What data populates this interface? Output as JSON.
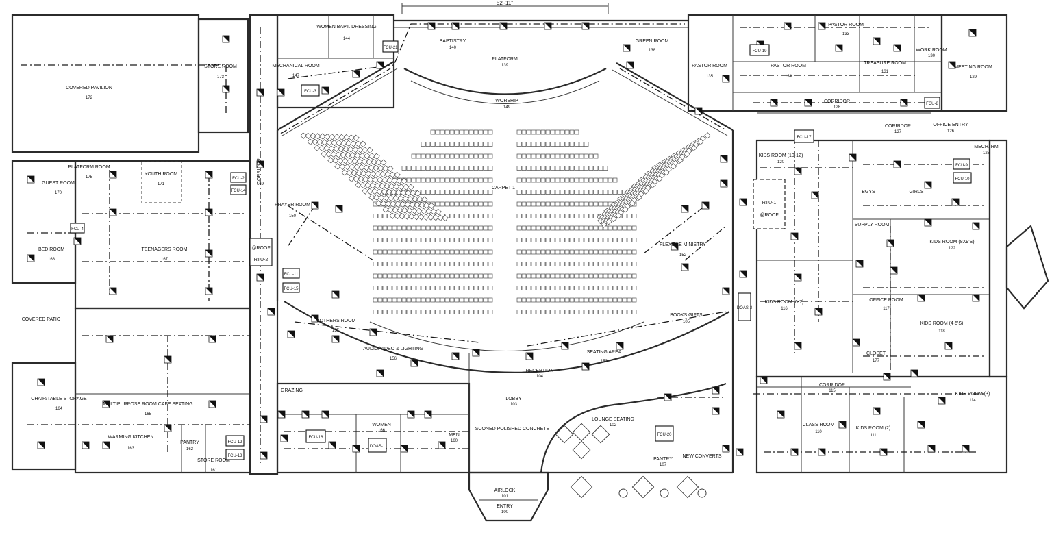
{
  "dimension": "52'-11\"",
  "rooms": [
    {
      "id": "r100",
      "name": "ENTRY",
      "number": "100"
    },
    {
      "id": "r101",
      "name": "AIRLOCK",
      "number": "101"
    },
    {
      "id": "r102",
      "name": "LOUNGE SEATING",
      "number": "102"
    },
    {
      "id": "r103",
      "name": "LOBBY",
      "number": "103"
    },
    {
      "id": "r104",
      "name": "RECEPTION",
      "number": "104"
    },
    {
      "id": "r105",
      "name": "BOOKS GIFTS",
      "number": "105"
    },
    {
      "id": "r107",
      "name": "PANTRY",
      "number": "107"
    },
    {
      "id": "r110",
      "name": "CLASS ROOM",
      "number": "110"
    },
    {
      "id": "r111",
      "name": "KIDS ROOM (2)",
      "number": "111"
    },
    {
      "id": "r114",
      "name": "KIDS ROOM (3)",
      "number": "114"
    },
    {
      "id": "r115",
      "name": "CORRIDOR",
      "number": "115"
    },
    {
      "id": "r116",
      "name": "KIDS ROOM (6-7)",
      "number": "116"
    },
    {
      "id": "r117",
      "name": "OFFICE ROOM",
      "number": "117"
    },
    {
      "id": "r118",
      "name": "KIDS ROOM (4-5'S)",
      "number": "118"
    },
    {
      "id": "r120",
      "name": "KIDS ROOM (10-12)",
      "number": "120"
    },
    {
      "id": "r122",
      "name": "KIDS ROOM (8X9'S)",
      "number": "122"
    },
    {
      "id": "r125",
      "name": "MECH. RM",
      "number": "125"
    },
    {
      "id": "r126",
      "name": "OFFICE ENTRY",
      "number": "126"
    },
    {
      "id": "r127",
      "name": "CORRIDOR",
      "number": "127"
    },
    {
      "id": "r128",
      "name": "CORRIDOR",
      "number": "128"
    },
    {
      "id": "r129",
      "name": "MEETING ROOM",
      "number": "129"
    },
    {
      "id": "r130",
      "name": "WORK ROOM",
      "number": "130"
    },
    {
      "id": "r131",
      "name": "TREASURE ROOM",
      "number": "131"
    },
    {
      "id": "r133",
      "name": "PASTOR ROOM",
      "number": "133"
    },
    {
      "id": "r134",
      "name": "PASTOR ROOM",
      "number": "134"
    },
    {
      "id": "r135",
      "name": "PASTOR ROOM",
      "number": "135"
    },
    {
      "id": "r138",
      "name": "GREEN ROOM",
      "number": "138"
    },
    {
      "id": "r139",
      "name": "PLATFORM",
      "number": "139"
    },
    {
      "id": "r140",
      "name": "BAPTISTRY",
      "number": "140"
    },
    {
      "id": "r144",
      "name": "WOMEN BAPT. DRESSING",
      "number": "144"
    },
    {
      "id": "r147",
      "name": "MECHANICAL ROOM",
      "number": "147"
    },
    {
      "id": "r149",
      "name": "WORSHIP",
      "number": "149"
    },
    {
      "id": "r150",
      "name": "PRAYER ROOM",
      "number": "150"
    },
    {
      "id": "r152",
      "name": "FLEXIBLE MINISTRY",
      "number": "152"
    },
    {
      "id": "r153",
      "name": "SEATING AREA",
      "number": "153"
    },
    {
      "id": "r156",
      "name": "AUDIO/VIDEO & LIGHTING",
      "number": "156"
    },
    {
      "id": "r157",
      "name": "MOTHERS ROOM",
      "number": "157"
    },
    {
      "id": "r160",
      "name": "MEN",
      "number": "160"
    },
    {
      "id": "r161",
      "name": "STORE ROOM",
      "number": "161"
    },
    {
      "id": "r162",
      "name": "PANTRY",
      "number": "162"
    },
    {
      "id": "r163",
      "name": "WARMING KITCHEN",
      "number": "163"
    },
    {
      "id": "r164",
      "name": "CHAIR/TABLE STORAGE",
      "number": "164"
    },
    {
      "id": "r165",
      "name": "MULTIPURPOSE ROOM CAFE SEATING",
      "number": "165"
    },
    {
      "id": "r166",
      "name": "WOMEN",
      "number": "166"
    },
    {
      "id": "r167",
      "name": "TEENAGERS ROOM",
      "number": "167"
    },
    {
      "id": "r168",
      "name": "BED ROOM",
      "number": "168"
    },
    {
      "id": "r169",
      "name": "CORRIDOR",
      "number": "169"
    },
    {
      "id": "r170",
      "name": "GUEST ROOM",
      "number": "170"
    },
    {
      "id": "r171",
      "name": "YOUTH ROOM",
      "number": "171"
    },
    {
      "id": "r172",
      "name": "COVERED PAVILION",
      "number": "172"
    },
    {
      "id": "r173",
      "name": "STORE ROOM",
      "number": "173"
    },
    {
      "id": "r175",
      "name": "PLATFORM ROOM",
      "number": "175"
    },
    {
      "id": "r177",
      "name": "CLOSET",
      "number": "177"
    },
    {
      "id": "rpatio",
      "name": "COVERED PATIO",
      "number": ""
    },
    {
      "id": "rconc",
      "name": "SCONED POLISHED CONCRETE",
      "number": ""
    },
    {
      "id": "rcarpet",
      "name": "CARPET 1",
      "number": ""
    },
    {
      "id": "rconverts",
      "name": "NEW CONVERTS",
      "number": ""
    },
    {
      "id": "rgrazing",
      "name": "GRAZING",
      "number": ""
    },
    {
      "id": "rsupply",
      "name": "SUPPLY ROOM",
      "number": ""
    },
    {
      "id": "rbgys",
      "name": "BGYS",
      "number": ""
    },
    {
      "id": "rgirls",
      "name": "GIRLS",
      "number": ""
    }
  ],
  "equipment": [
    {
      "id": "rtu1",
      "line1": "RTU-1",
      "line2": "@ROOF"
    },
    {
      "id": "rtu2",
      "line1": "@ROOF",
      "line2": "RTU-2"
    },
    {
      "id": "fcu2",
      "line1": "FCU-2",
      "line2": ""
    },
    {
      "id": "fcu3",
      "line1": "FCU-3",
      "line2": ""
    },
    {
      "id": "fcu4",
      "line1": "FCU-4",
      "line2": ""
    },
    {
      "id": "fcu8",
      "line1": "FCU-8",
      "line2": ""
    },
    {
      "id": "fcu9",
      "line1": "FCU-9",
      "line2": ""
    },
    {
      "id": "fcu10",
      "line1": "FCU-10",
      "line2": ""
    },
    {
      "id": "fcu11",
      "line1": "FCU-11",
      "line2": ""
    },
    {
      "id": "fcu12",
      "line1": "FCU-12",
      "line2": ""
    },
    {
      "id": "fcu13",
      "line1": "FCU-13",
      "line2": ""
    },
    {
      "id": "fcu14",
      "line1": "FCU-14",
      "line2": ""
    },
    {
      "id": "fcu15",
      "line1": "FCU-15",
      "line2": ""
    },
    {
      "id": "fcu16",
      "line1": "FCU-16",
      "line2": ""
    },
    {
      "id": "fcu17",
      "line1": "FCU-17",
      "line2": ""
    },
    {
      "id": "fcu19",
      "line1": "FCU-19",
      "line2": ""
    },
    {
      "id": "fcu20",
      "line1": "FCU-20",
      "line2": ""
    },
    {
      "id": "fcu21",
      "line1": "FCU-21",
      "line2": ""
    },
    {
      "id": "doas1",
      "line1": "DOAS-1",
      "line2": ""
    },
    {
      "id": "doas2",
      "line1": "DOAS-2",
      "line2": ""
    }
  ]
}
